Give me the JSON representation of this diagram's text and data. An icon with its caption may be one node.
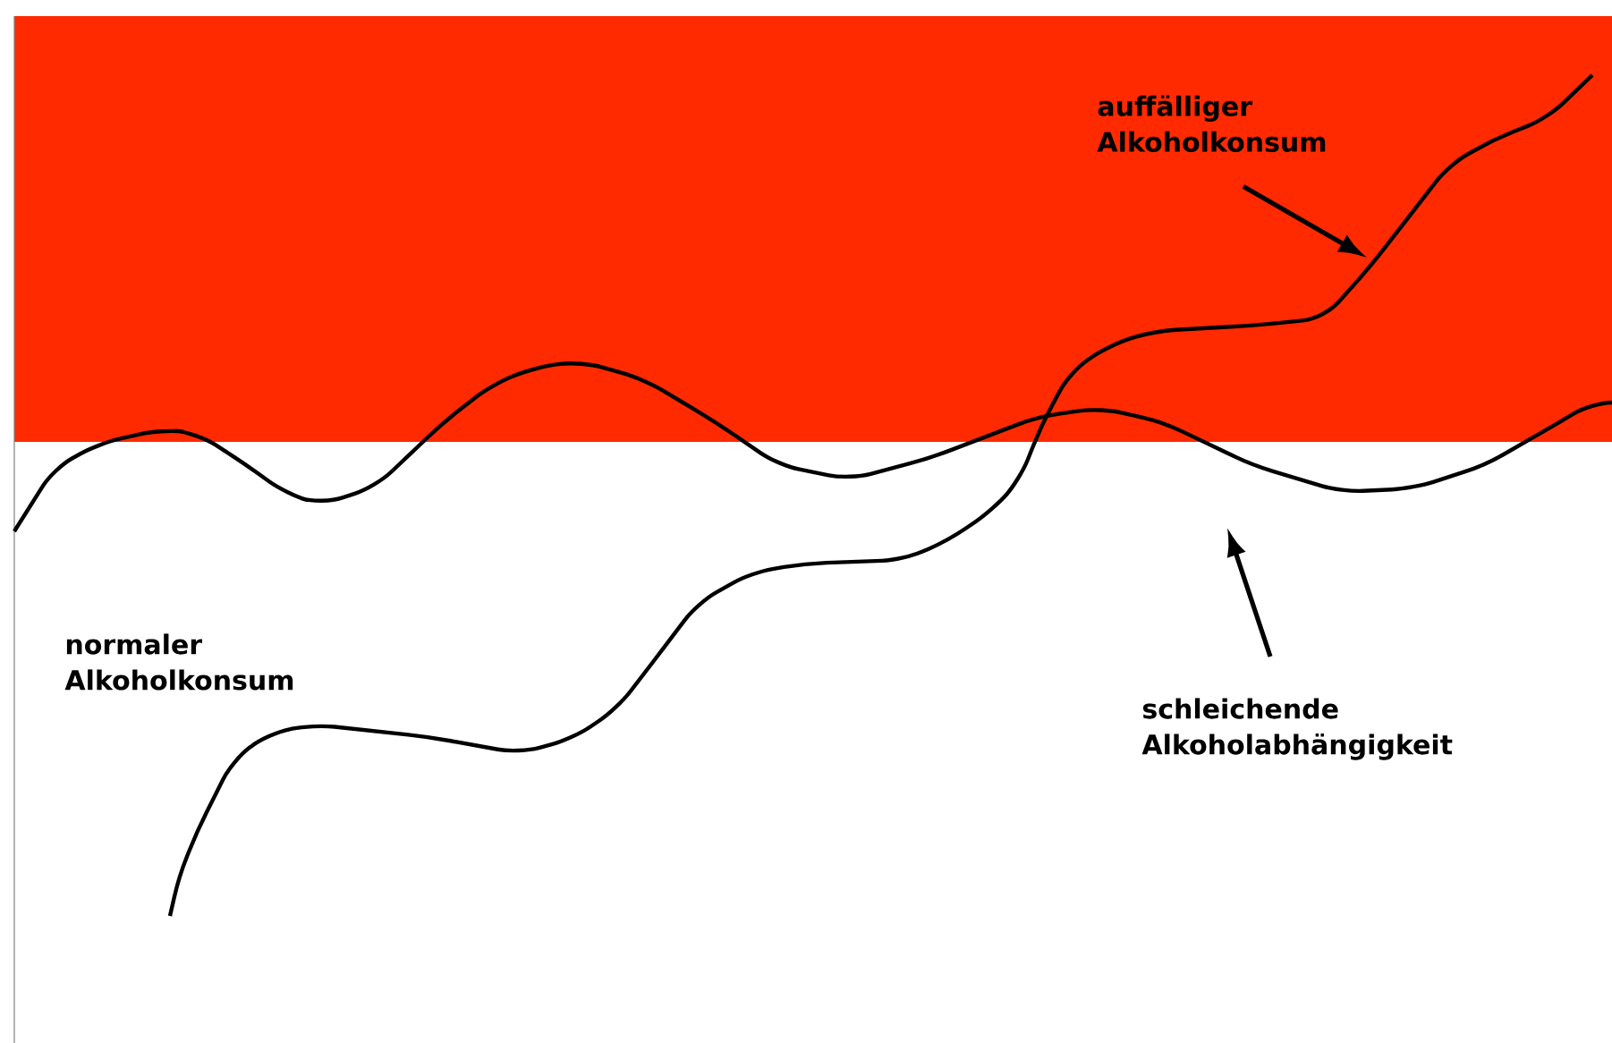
{
  "diagram": {
    "nodes": [
      {
        "text": [
          "auffälliger Alkoholkonsum"
        ]
      },
      {
        "text": [
          "schleichende Alkoholabhängigkeit"
        ]
      }
    ],
    "edges": [
      {
        "from": 0,
        "to": null,
        "arrow": "to"
      },
      {
        "from": 1,
        "to": null,
        "arrow": "to"
      }
    ],
    "labels": [
      "normaler Alkoholkonsum"
    ]
  }
}
